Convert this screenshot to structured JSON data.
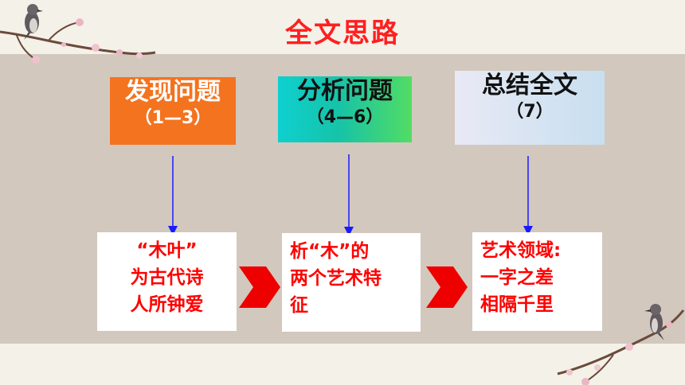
{
  "title": "全文思路",
  "stages": [
    {
      "heading": "发现问题",
      "range": "（1—3）",
      "detail": [
        "“木叶”",
        "为古代诗",
        "人所钟爱"
      ]
    },
    {
      "heading": "分析问题",
      "range": "（4—6）",
      "detail": [
        "析“木”的",
        "两个艺术特",
        "征"
      ]
    },
    {
      "heading": "总结全文",
      "range": "（7）",
      "detail": [
        "艺术领域:",
        "一字之差",
        "相隔千里"
      ]
    }
  ],
  "colors": {
    "title": "#ff1f1f",
    "stage1_fill": "#f4731f",
    "stage2_fill": "#16c3a8",
    "stage3_fill": "#dbe5f2",
    "detail_text": "#ff0000",
    "connector": "#1a1aff",
    "chevron": "#ee0000",
    "panel": "#d2c8bd"
  },
  "icons": [
    "plum-blossom-branch-icon",
    "bird-icon",
    "down-arrow-icon",
    "chevron-right-icon"
  ]
}
